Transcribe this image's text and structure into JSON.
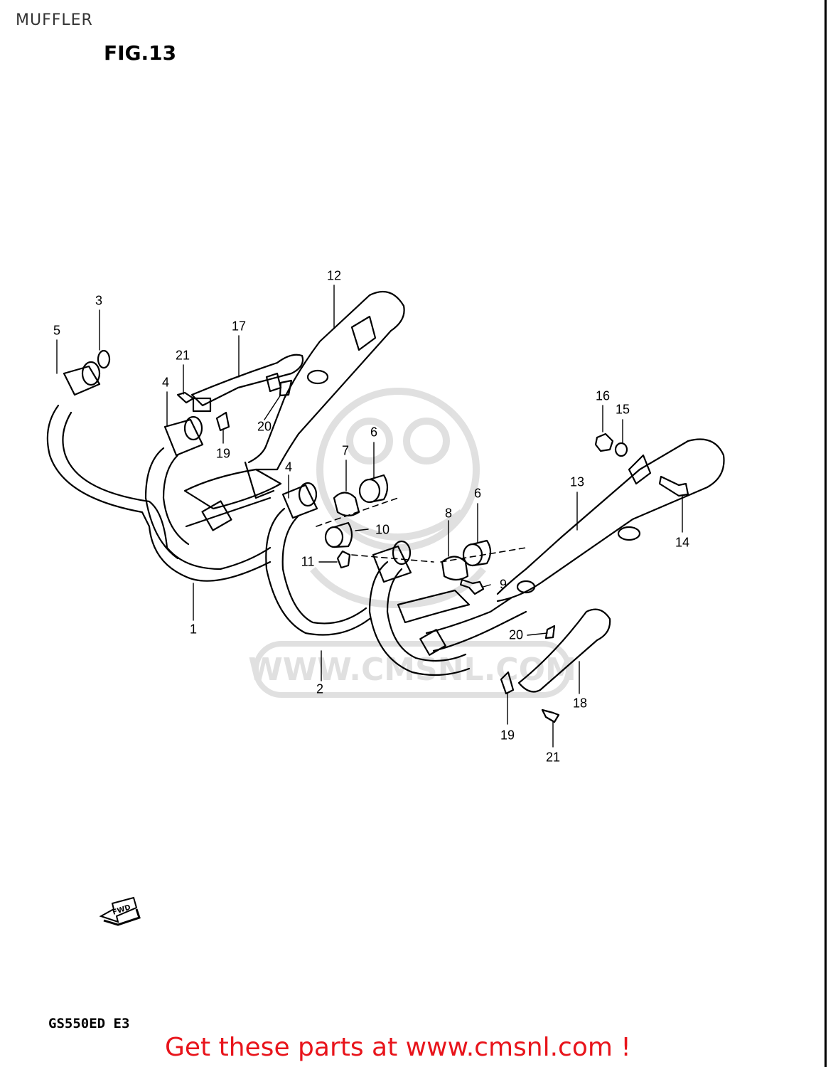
{
  "page": {
    "title": "MUFFLER",
    "figure_label": "FIG.13",
    "model_code": "GS550ED E3"
  },
  "promo": {
    "text": "Get these parts at www.cmsnl.com !",
    "color": "#e8141b"
  },
  "watermark": {
    "text": "WWW.CMSNL.COM"
  },
  "fwd_arrow": {
    "label": "FWD"
  },
  "callouts": [
    {
      "id": "c1",
      "label": "1"
    },
    {
      "id": "c2",
      "label": "2"
    },
    {
      "id": "c3",
      "label": "3"
    },
    {
      "id": "c4a",
      "label": "4"
    },
    {
      "id": "c4b",
      "label": "4"
    },
    {
      "id": "c5",
      "label": "5"
    },
    {
      "id": "c6a",
      "label": "6"
    },
    {
      "id": "c6b",
      "label": "6"
    },
    {
      "id": "c7",
      "label": "7"
    },
    {
      "id": "c8",
      "label": "8"
    },
    {
      "id": "c9",
      "label": "9"
    },
    {
      "id": "c10",
      "label": "10"
    },
    {
      "id": "c11",
      "label": "11"
    },
    {
      "id": "c12",
      "label": "12"
    },
    {
      "id": "c13",
      "label": "13"
    },
    {
      "id": "c14",
      "label": "14"
    },
    {
      "id": "c15",
      "label": "15"
    },
    {
      "id": "c16",
      "label": "16"
    },
    {
      "id": "c17",
      "label": "17"
    },
    {
      "id": "c18",
      "label": "18"
    },
    {
      "id": "c19a",
      "label": "19"
    },
    {
      "id": "c19b",
      "label": "19"
    },
    {
      "id": "c20a",
      "label": "20"
    },
    {
      "id": "c20b",
      "label": "20"
    },
    {
      "id": "c21a",
      "label": "21"
    },
    {
      "id": "c21b",
      "label": "21"
    }
  ]
}
